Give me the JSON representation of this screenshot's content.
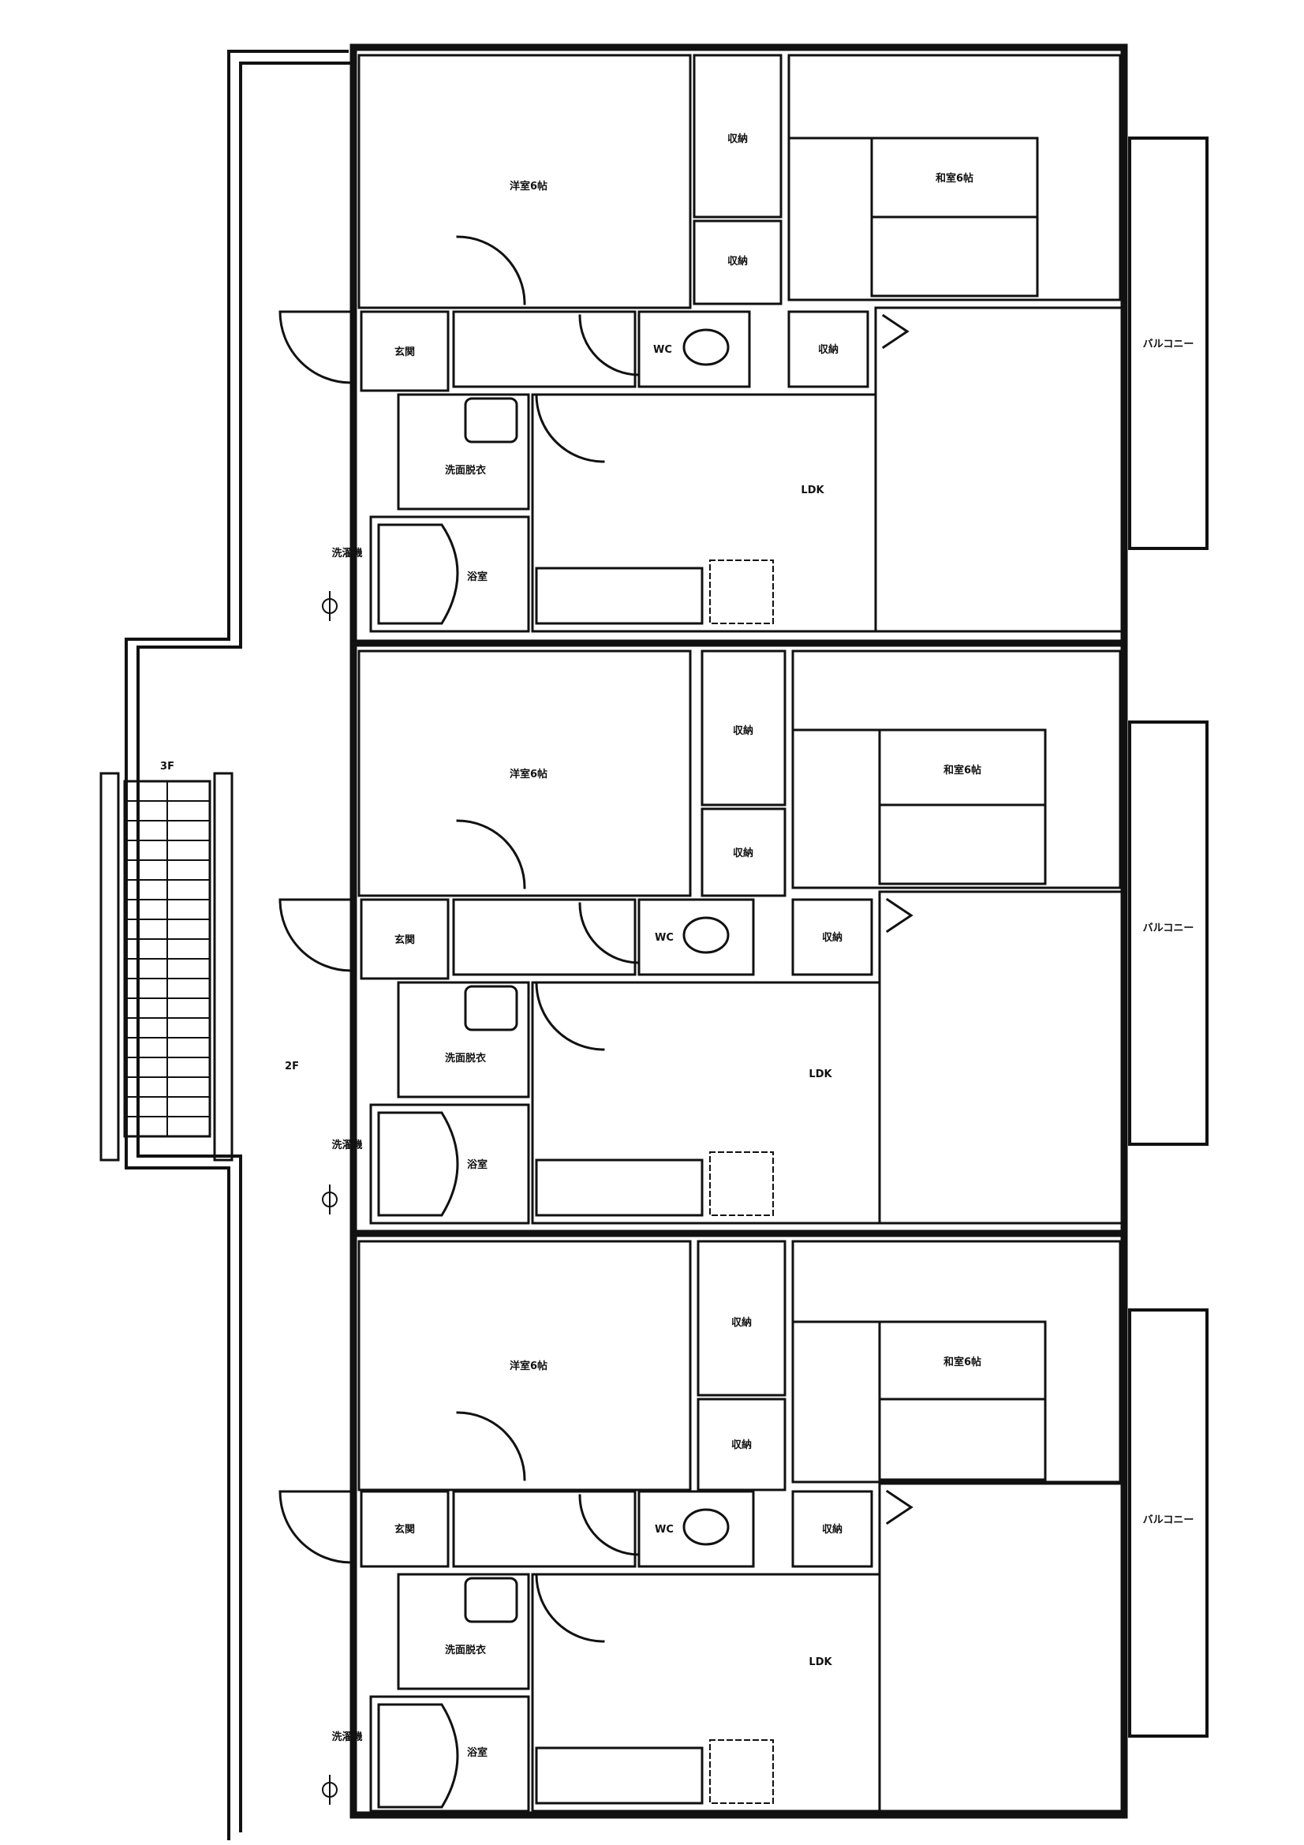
{
  "floor_label": "2F",
  "stair_label": "3F",
  "units": [
    {
      "labels": {
        "bedroom": "洋室6帖",
        "closet_main": "収納",
        "closet_small": "収納",
        "entrance_storage": "玄関",
        "toilet": "WC",
        "closet_hall": "収納",
        "washroom": "洗面脱衣",
        "bath": "浴室",
        "ldk": "LDK",
        "washer": "洗濯機",
        "japanese_room": "和室6帖",
        "balcony": "バルコニー"
      }
    },
    {
      "labels": {
        "bedroom": "洋室6帖",
        "closet_main": "収納",
        "closet_small": "収納",
        "entrance_storage": "玄関",
        "toilet": "WC",
        "closet_hall": "収納",
        "washroom": "洗面脱衣",
        "bath": "浴室",
        "ldk": "LDK",
        "washer": "洗濯機",
        "japanese_room": "和室6帖",
        "balcony": "バルコニー"
      }
    },
    {
      "labels": {
        "bedroom": "洋室6帖",
        "closet_main": "収納",
        "closet_small": "収納",
        "entrance_storage": "玄関",
        "toilet": "WC",
        "closet_hall": "収納",
        "washroom": "洗面脱衣",
        "bath": "浴室",
        "ldk": "LDK",
        "washer": "洗濯機",
        "japanese_room": "和室6帖",
        "balcony": "バルコニー"
      }
    }
  ]
}
